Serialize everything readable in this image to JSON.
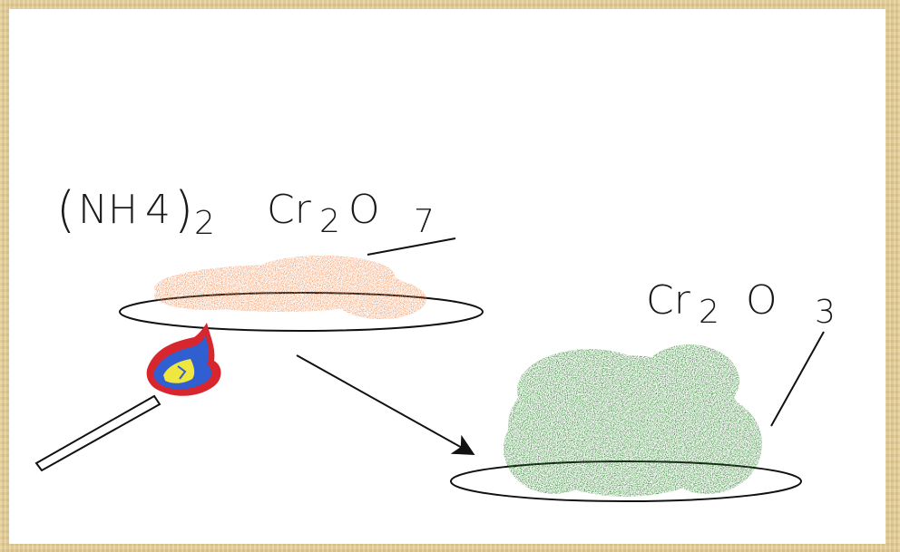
{
  "labels": {
    "reactant": {
      "open_paren": "(",
      "nh": "NH",
      "h_sub": "4",
      "close_paren": ")",
      "paren_sub": "2",
      "cr": "Cr",
      "cr_sub": "2",
      "o": "O",
      "o_sub": "7"
    },
    "product": {
      "cr": "Cr",
      "cr_sub": "2",
      "o": "O",
      "o_sub": "3"
    }
  },
  "colors": {
    "reactant_powder": "#f4894a",
    "product_powder": "#1f7a1f",
    "flame_outer": "#d8262e",
    "flame_inner": "#2f5fd1",
    "flame_core": "#f0e640"
  }
}
